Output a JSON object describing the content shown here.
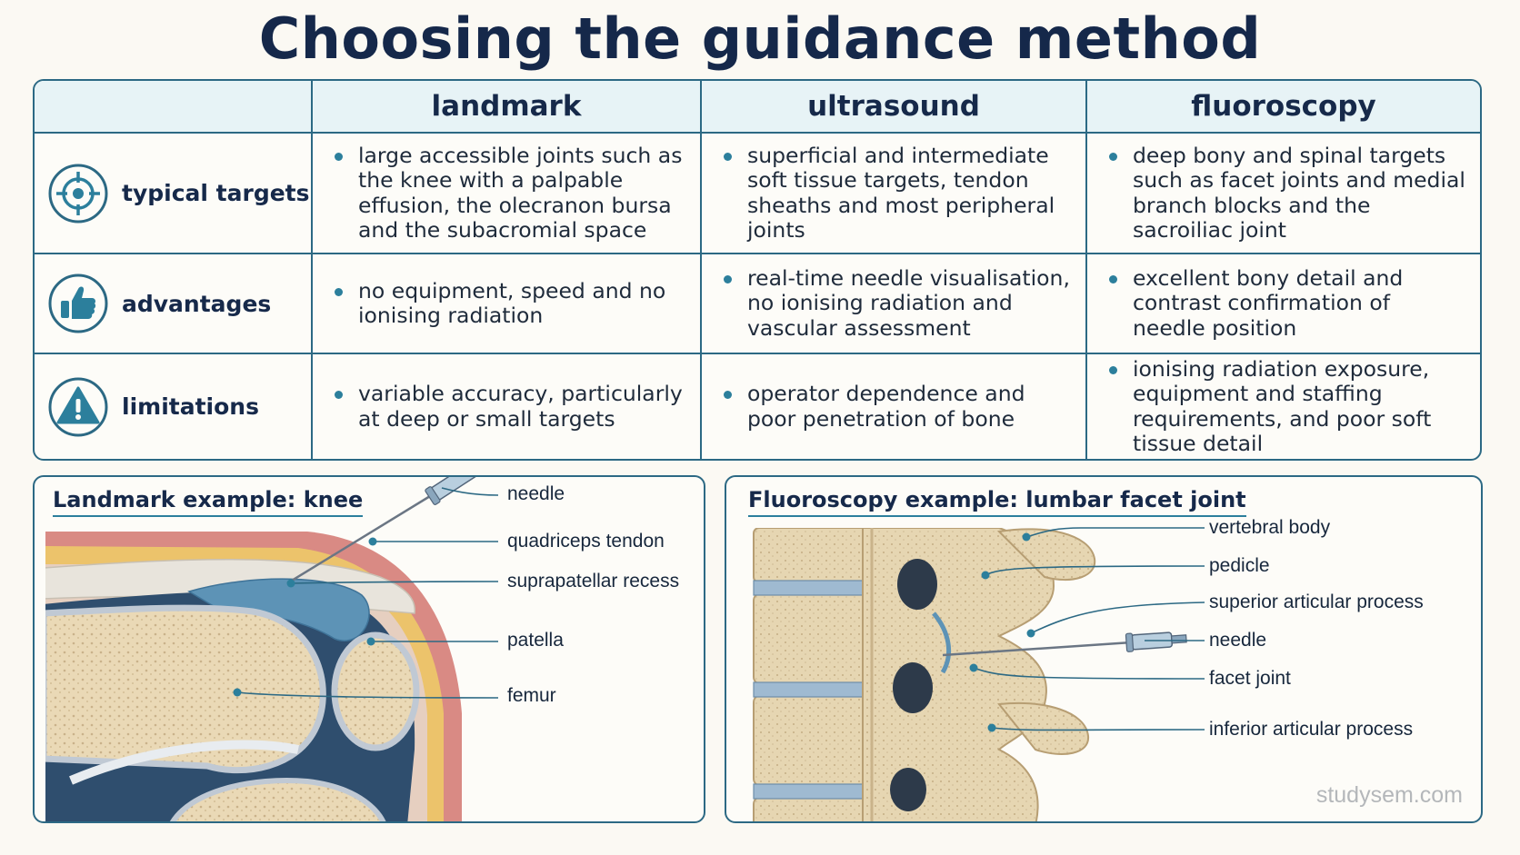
{
  "title": "Choosing the guidance method",
  "table": {
    "columns": [
      "landmark",
      "ultrasound",
      "fluoroscopy"
    ],
    "rows": [
      {
        "label": "typical targets",
        "icon": "target-icon",
        "cells": [
          "large accessible joints such as the knee with a palpable effusion, the olecranon bursa and the subacromial space",
          "superficial and intermediate soft tissue targets, tendon sheaths and most peripheral joints",
          "deep bony and spinal targets such as facet joints and medial branch blocks and the sacroiliac joint"
        ]
      },
      {
        "label": "advantages",
        "icon": "thumbs-up-icon",
        "cells": [
          "no equipment, speed and no ionising radiation",
          "real-time needle visualisation, no ionising radiation and vascular assessment",
          "excellent bony detail and contrast confirmation of needle position"
        ]
      },
      {
        "label": "limitations",
        "icon": "warning-icon",
        "cells": [
          "variable accuracy, particularly at deep or small targets",
          "operator dependence and poor penetration of bone",
          "ionising radiation exposure, equipment and staffing requirements, and poor soft tissue detail"
        ]
      }
    ]
  },
  "knee_panel": {
    "title": "Landmark example: knee",
    "labels": [
      "needle",
      "quadriceps tendon",
      "suprapatellar recess",
      "patella",
      "femur"
    ]
  },
  "spine_panel": {
    "title": "Fluoroscopy example: lumbar facet joint",
    "labels": [
      "vertebral body",
      "pedicle",
      "superior articular process",
      "needle",
      "facet joint",
      "inferior articular process"
    ]
  },
  "watermark": "studysem.com",
  "colors": {
    "border": "#2c6984",
    "header_bg": "#e7f3f6",
    "title": "#15284a",
    "bone": "#e8d7b3",
    "fluid": "#5d93b6"
  }
}
